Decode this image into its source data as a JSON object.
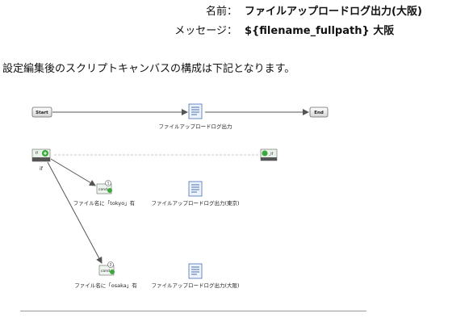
{
  "properties": [
    {
      "label": "名前：",
      "value": "ファイルアップロードログ出力(大阪)"
    },
    {
      "label": "メッセージ：",
      "value": "${filename_fullpath} 大阪"
    }
  ],
  "intro_text": "設定編集後のスクリプトキャンバスの構成は下記となります。",
  "canvas": {
    "start_label": "Start",
    "end_label": "End",
    "log_top_label": "ファイルアップロードログ出力",
    "if_label": "if",
    "if_node_text": "If",
    "endif_text": "_If",
    "cond1_number": "1",
    "cond1_text": "cond",
    "cond1_label": "ファイル名に「tokyo」有",
    "log_tokyo_label": "ファイルアップロードログ出力(東京)",
    "cond2_number": "2",
    "cond2_text": "cond",
    "cond2_label": "ファイル名に「osaka」有",
    "log_osaka_label": "ファイルアップロードログ出力(大阪)"
  },
  "colors": {
    "accent_green": "#3aa83a",
    "icon_blue": "#4a6fb5",
    "line_color": "#555555"
  }
}
